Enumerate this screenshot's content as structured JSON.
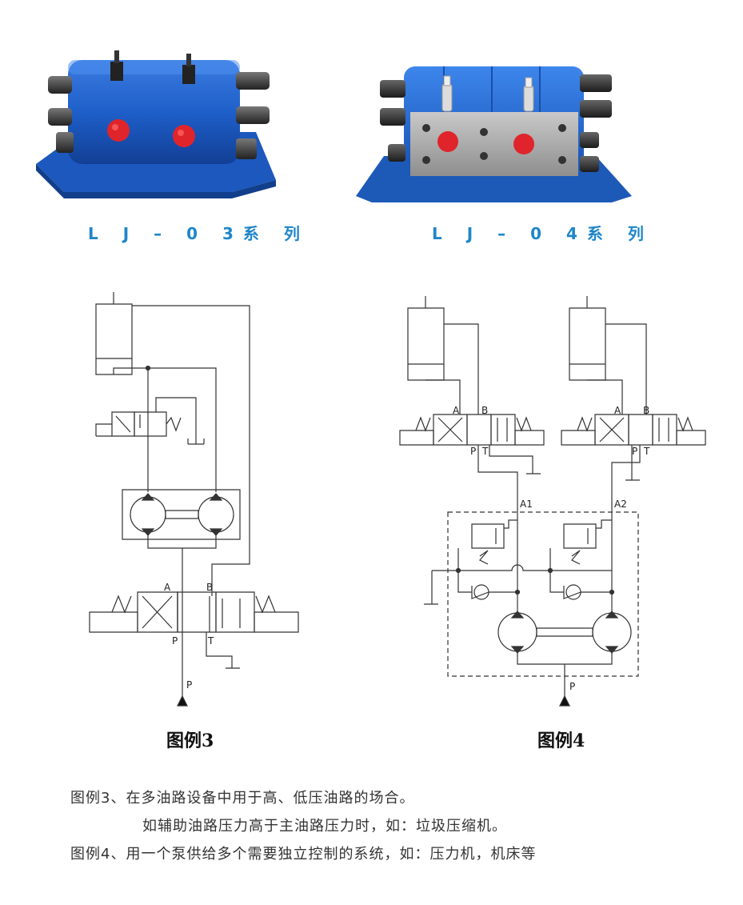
{
  "products": [
    {
      "series_label": "L J – 0 3系 列"
    },
    {
      "series_label": "L J – 0 4系 列"
    }
  ],
  "diagram3": {
    "caption": "图例3",
    "ports": {
      "a": "A",
      "b": "B",
      "p": "P",
      "t": "T",
      "supply": "P"
    }
  },
  "diagram4": {
    "caption": "图例4",
    "ports": {
      "a1": "A",
      "b1": "B",
      "p1": "P",
      "t1": "T",
      "a2": "A",
      "b2": "B",
      "p2": "P",
      "t2": "T",
      "out1": "A1",
      "out2": "A2",
      "supply": "P"
    }
  },
  "description": {
    "line1": "图例3、在多油路设备中用于高、低压油路的场合。",
    "line2": "如辅助油路压力高于主油路压力时，如：垃圾压缩机。",
    "line3": "图例4、用一个泵供给多个需要独立控制的系统，如：压力机，机床等"
  },
  "colors": {
    "brand_blue": "#1f86c8",
    "body_blue": "#1e5fc9",
    "plug_red": "#e0242b",
    "line": "#333333"
  }
}
